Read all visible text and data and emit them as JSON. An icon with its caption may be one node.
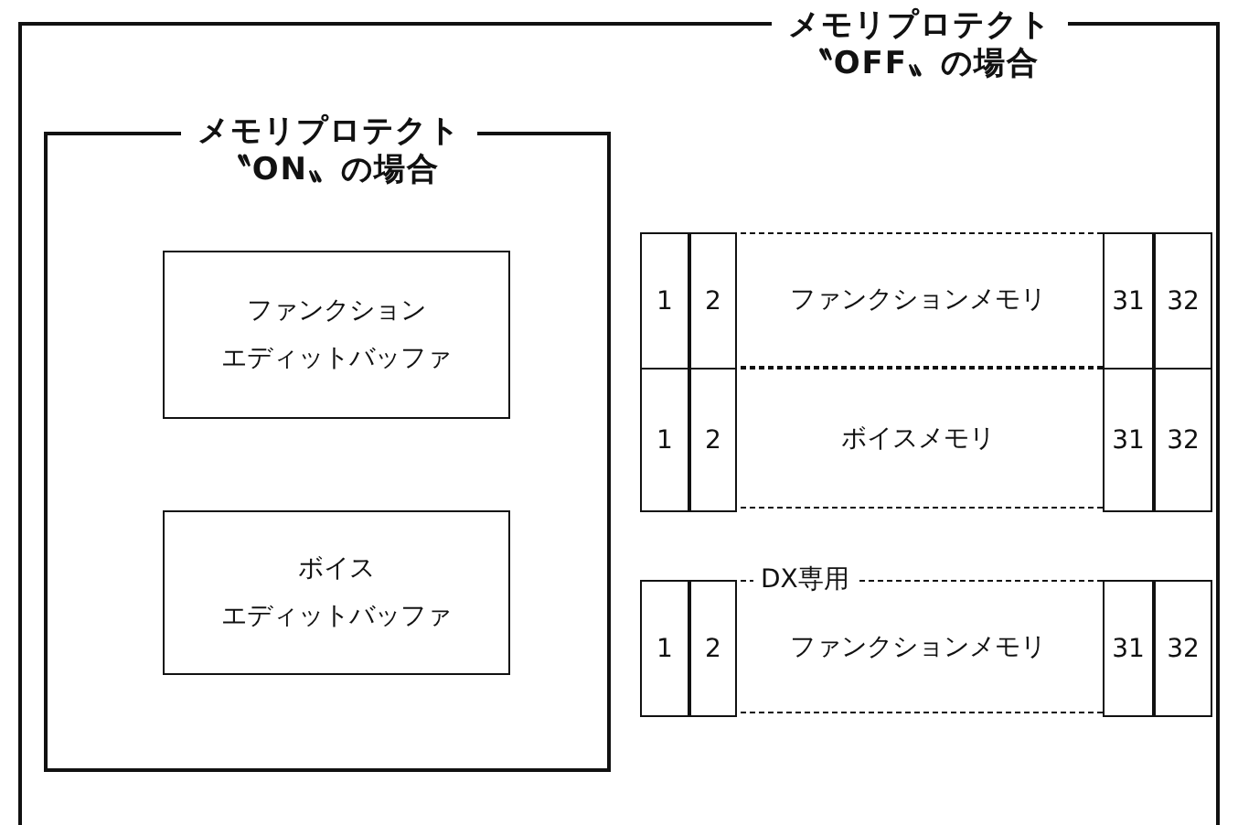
{
  "diagram": {
    "nodes": [
      {
        "text": [
          "メモリプロテクト〝OFF〟の場合"
        ]
      },
      {
        "text": [
          "メモリプロテクト〝ON〟の場合"
        ],
        "in": 0
      },
      {
        "text": [
          "ファンクション",
          "エディットバッファ"
        ],
        "in": 1
      },
      {
        "text": [
          "ボイス",
          "エディットバッファ"
        ],
        "in": 1
      },
      {
        "text": [
          "ファンクションメモリ"
        ],
        "in": 0
      },
      {
        "text": [
          "1"
        ],
        "in": 4
      },
      {
        "text": [
          "2"
        ],
        "in": 4
      },
      {
        "text": [
          "31"
        ],
        "in": 4
      },
      {
        "text": [
          "32"
        ],
        "in": 4
      },
      {
        "text": [
          "ボイスメモリ"
        ],
        "in": 0
      },
      {
        "text": [
          "1"
        ],
        "in": 9
      },
      {
        "text": [
          "2"
        ],
        "in": 9
      },
      {
        "text": [
          "31"
        ],
        "in": 9
      },
      {
        "text": [
          "32"
        ],
        "in": 9
      },
      {
        "text": [
          "DX専用",
          "ファンクションメモリ"
        ],
        "in": 0
      },
      {
        "text": [
          "1"
        ],
        "in": 14
      },
      {
        "text": [
          "2"
        ],
        "in": 14
      },
      {
        "text": [
          "31"
        ],
        "in": 14
      },
      {
        "text": [
          "32"
        ],
        "in": 14
      }
    ]
  }
}
